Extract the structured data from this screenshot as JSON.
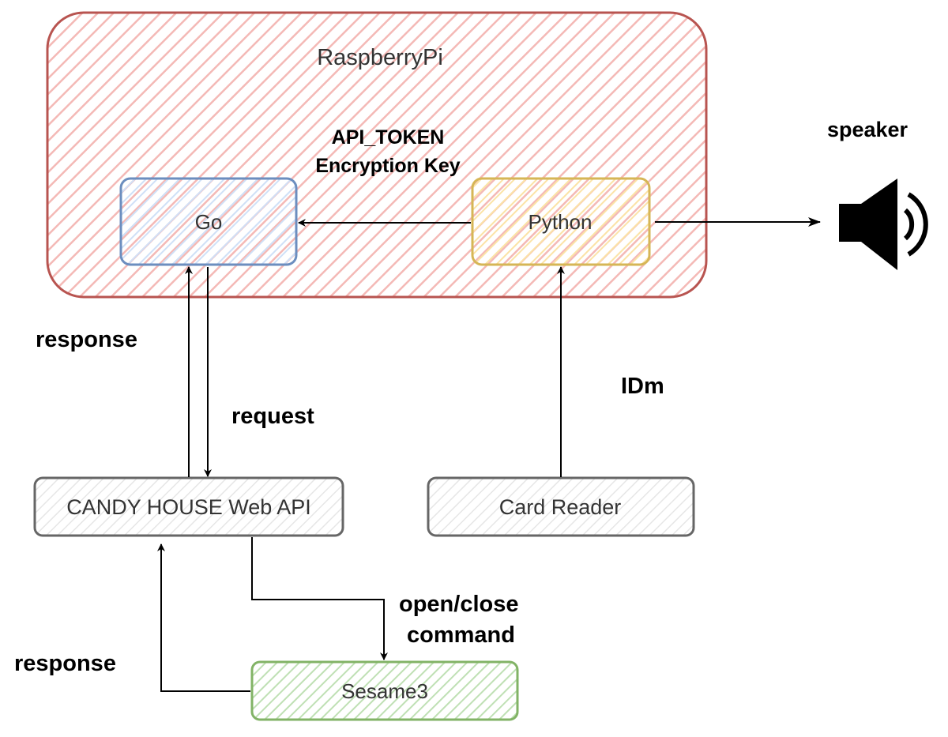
{
  "nodes": {
    "raspberrypi": {
      "label": "RaspberryPi",
      "stroke": "#b85450",
      "hatch": "#f8cecc"
    },
    "go": {
      "label": "Go",
      "stroke": "#6c8ebf",
      "hatch": "#dae8fc"
    },
    "python": {
      "label": "Python",
      "stroke": "#d6b656",
      "hatch": "#fff2cc"
    },
    "candy_house": {
      "label": "CANDY HOUSE Web API",
      "stroke": "#666666",
      "hatch": "#f5f5f5"
    },
    "card_reader": {
      "label": "Card Reader",
      "stroke": "#666666",
      "hatch": "#f5f5f5"
    },
    "sesame3": {
      "label": "Sesame3",
      "stroke": "#82b366",
      "hatch": "#d5e8d4"
    }
  },
  "labels": {
    "secrets_line1": "API_TOKEN",
    "secrets_line2": "Encryption Key",
    "speaker": "speaker",
    "response_go": "response",
    "request_go": "request",
    "idm": "IDm",
    "open_close_line1": "open/close",
    "open_close_line2": "command",
    "response_sesame": "response"
  },
  "icons": {
    "speaker": "speaker-icon"
  }
}
